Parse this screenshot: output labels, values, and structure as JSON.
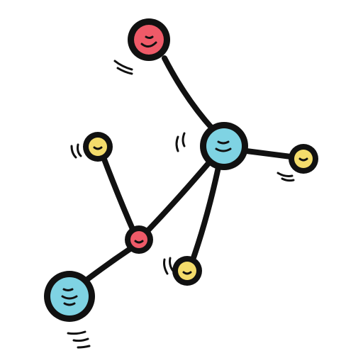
{
  "illustration": {
    "subject": "molecule-icon",
    "colors": {
      "outline": "#111111",
      "background": "#ffffff",
      "red": "#ef5a68",
      "blue": "#7fd3e3",
      "yellow": "#f4dc6b",
      "highlight": "#111111"
    },
    "atoms": [
      {
        "name": "atom-red-large",
        "color": "red"
      },
      {
        "name": "atom-blue-center",
        "color": "blue"
      },
      {
        "name": "atom-yellow-right",
        "color": "yellow"
      },
      {
        "name": "atom-yellow-left",
        "color": "yellow"
      },
      {
        "name": "atom-red-small",
        "color": "red"
      },
      {
        "name": "atom-yellow-bottom",
        "color": "yellow"
      },
      {
        "name": "atom-blue-bottom-left",
        "color": "blue"
      }
    ]
  }
}
